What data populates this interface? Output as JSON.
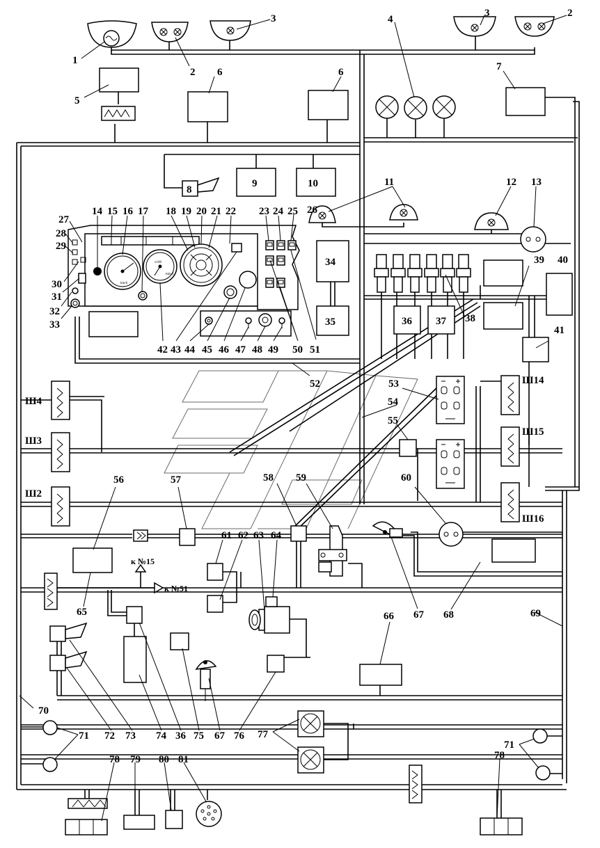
{
  "diagram": {
    "labels": {
      "n1": "1",
      "n2": "2",
      "n3": "3",
      "n4": "4",
      "n5": "5",
      "n6": "6",
      "n7": "7",
      "n8": "8",
      "n9": "9",
      "n10": "10",
      "n11": "11",
      "n12": "12",
      "n13": "13",
      "n14": "14",
      "n15": "15",
      "n16": "16",
      "n17": "17",
      "n18": "18",
      "n19": "19",
      "n20": "20",
      "n21": "21",
      "n22": "22",
      "n23": "23",
      "n24": "24",
      "n25": "25",
      "n26": "26",
      "n27": "27",
      "n28": "28",
      "n29": "29",
      "n30": "30",
      "n31": "31",
      "n32": "32",
      "n33": "33",
      "n34": "34",
      "n35": "35",
      "n36": "36",
      "n37": "37",
      "n38": "38",
      "n39": "39",
      "n40": "40",
      "n41": "41",
      "n42": "42",
      "n43": "43",
      "n44": "44",
      "n45": "45",
      "n46": "46",
      "n47": "47",
      "n48": "48",
      "n49": "49",
      "n50": "50",
      "n51": "51",
      "n52": "52",
      "n53": "53",
      "n54": "54",
      "n55": "55",
      "n56": "56",
      "n57": "57",
      "n58": "58",
      "n59": "59",
      "n60": "60",
      "n61": "61",
      "n62": "62",
      "n63": "63",
      "n64": "64",
      "n65": "65",
      "n66": "66",
      "n67": "67",
      "n68": "68",
      "n69": "69",
      "n70": "70",
      "n71": "71",
      "n72": "72",
      "n73": "73",
      "n74": "74",
      "n75": "75",
      "n76": "76",
      "n77": "77",
      "n78": "78",
      "n79": "79",
      "n80": "80",
      "n81": "81",
      "sh2": "Ш2",
      "sh3": "Ш3",
      "sh4": "Ш4",
      "sh14": "Ш14",
      "sh15": "Ш15",
      "sh16": "Ш16",
      "to15": "к №15",
      "to51": "к №51"
    },
    "gauges": {
      "speedometer_unit": "km/h",
      "tachometer_scale": "x100",
      "tachometer_unit": "min-1"
    },
    "colors": {
      "line": "#000000",
      "background": "#ffffff",
      "watermark": "#6a6a6a"
    }
  }
}
